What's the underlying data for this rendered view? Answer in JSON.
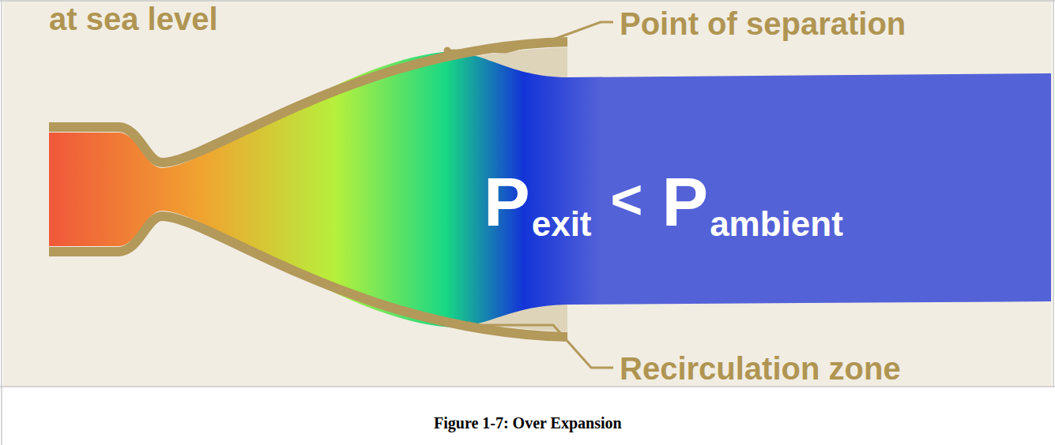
{
  "diagram": {
    "caption": "Figure 1-7: Over Expansion",
    "labels": [
      "at sea level",
      "Point of separation",
      "Recirculation zone",
      "P",
      "exit",
      "<",
      "P",
      "ambient"
    ]
  }
}
